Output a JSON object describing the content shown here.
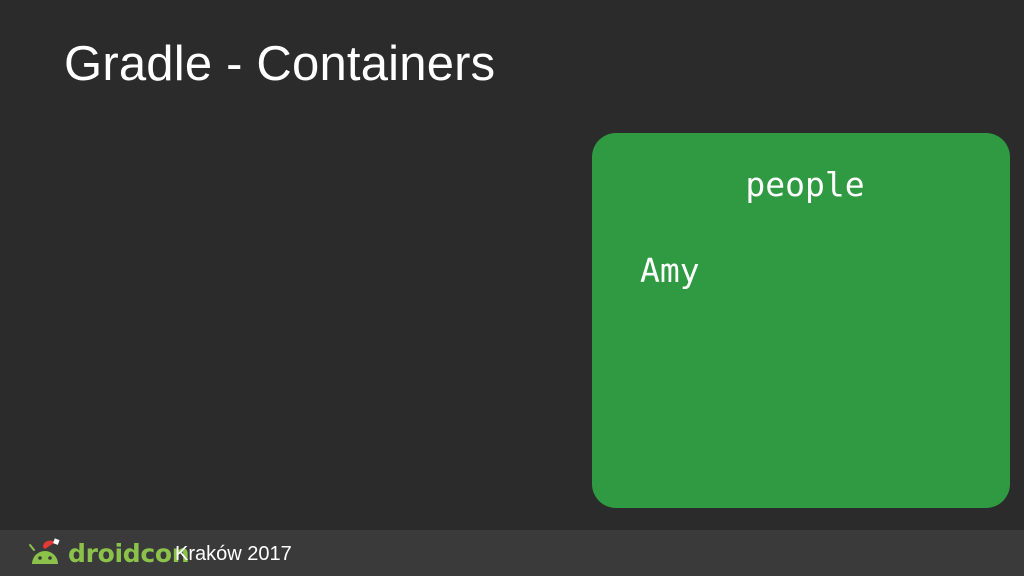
{
  "slide": {
    "title": "Gradle - Containers"
  },
  "container": {
    "name": "people",
    "items": [
      "Amy"
    ]
  },
  "footer": {
    "brand": "droidcon",
    "event": "Kraków 2017",
    "logo_icon": "droidcon-android-logo-icon"
  },
  "colors": {
    "background": "#2b2b2c",
    "container": "#2f9a41",
    "footer": "#3a3a3a",
    "brand": "#8bc34a"
  }
}
